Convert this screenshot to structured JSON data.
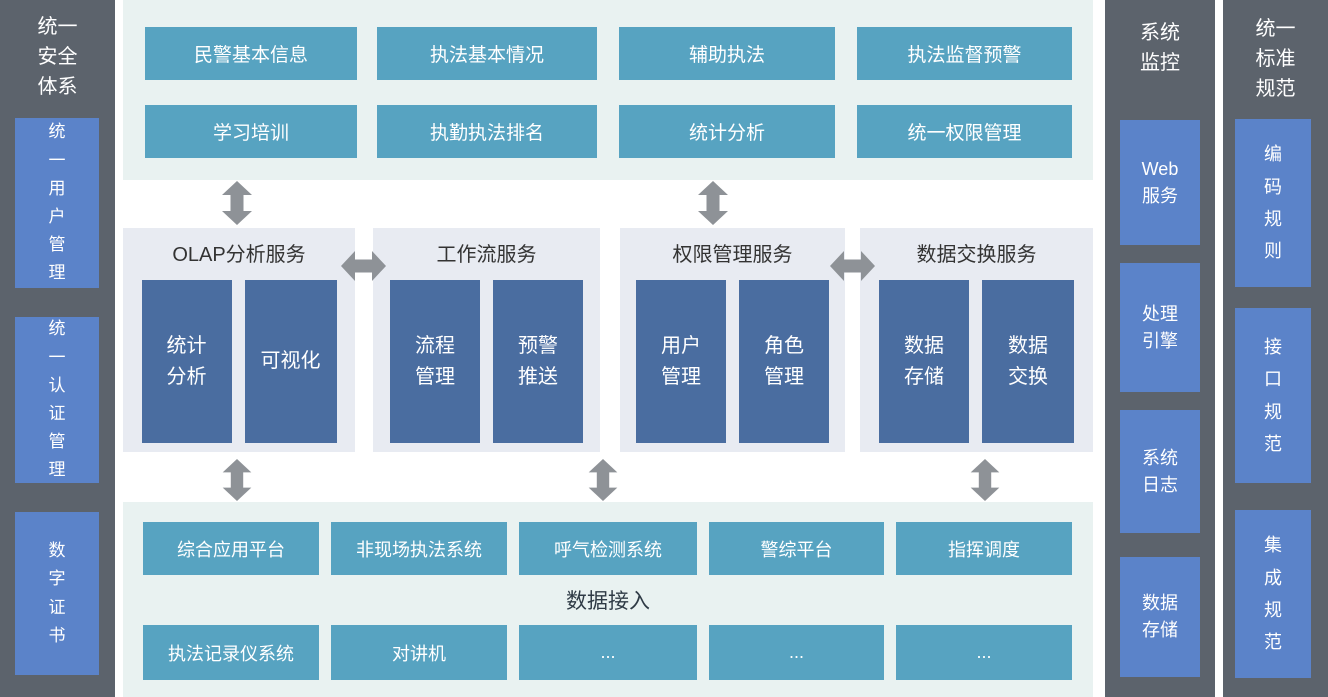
{
  "left_sidebar": {
    "title": "统一安全体系",
    "items": [
      "统一用户管理",
      "统一认证管理",
      "数字证书"
    ]
  },
  "top_panel": {
    "row1": [
      "民警基本信息",
      "执法基本情况",
      "辅助执法",
      "执法监督预警"
    ],
    "row2": [
      "学习培训",
      "执勤执法排名",
      "统计分析",
      "统一权限管理"
    ]
  },
  "service_groups": [
    {
      "title": "OLAP分析服务",
      "items": [
        "统计分析",
        "可视化"
      ]
    },
    {
      "title": "工作流服务",
      "items": [
        "流程管理",
        "预警推送"
      ]
    },
    {
      "title": "权限管理服务",
      "items": [
        "用户管理",
        "角色管理"
      ]
    },
    {
      "title": "数据交换服务",
      "items": [
        "数据存储",
        "数据交换"
      ]
    }
  ],
  "bottom_panel": {
    "title": "数据接入",
    "row1": [
      "综合应用平台",
      "非现场执法系统",
      "呼气检测系统",
      "警综平台",
      "指挥调度"
    ],
    "row2": [
      "执法记录仪系统",
      "对讲机",
      "...",
      "...",
      "..."
    ]
  },
  "monitor_column": {
    "title": "系统监控",
    "items": [
      "Web服务",
      "处理引擎",
      "系统日志",
      "数据存储"
    ]
  },
  "standards_column": {
    "title": "统一标准规范",
    "items": [
      "编码规则",
      "接口规范",
      "集成规范"
    ]
  },
  "icons": {
    "vertical_exchange": "double-arrow-vertical-icon",
    "horizontal_exchange": "double-arrow-horizontal-icon"
  },
  "colors": {
    "sidebar_bg": "#5C636C",
    "sidebar_box_blue": "#5B83C9",
    "module_teal": "#57A3C1",
    "panel_cyan": "#E9F2F1",
    "group_lavender": "#E8EBF2",
    "inner_blue": "#4A6DA0",
    "arrow_gray": "#8E9297",
    "title_text": "#333333"
  }
}
